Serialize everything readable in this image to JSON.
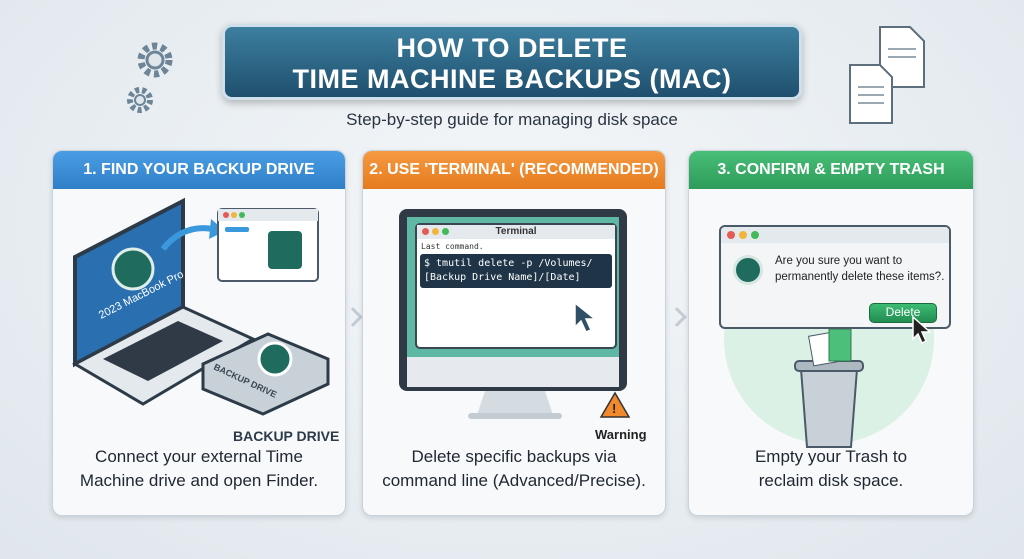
{
  "header": {
    "title_line1": "HOW TO DELETE",
    "title_line2": "TIME MACHINE BACKUPS (MAC)",
    "subtitle": "Step-by-step guide for managing disk space"
  },
  "steps": [
    {
      "title": "1. FIND YOUR BACKUP DRIVE",
      "color": "#3a8fd8",
      "laptop_label": "2023 MacBook Pro",
      "drive_label": "BACKUP DRIVE",
      "callout": "BACKUP DRIVE",
      "desc_line1": "Connect your external Time",
      "desc_line2": "Machine drive and open Finder."
    },
    {
      "title": "2. USE 'TERMINAL' (RECOMMENDED)",
      "color": "#ef8a2d",
      "window_title": "Terminal",
      "last_command": "Last command.",
      "command_line1": "$ tmutil delete -p /Volumes/",
      "command_line2": "[Backup Drive Name]/[Date]",
      "warning": "Warning",
      "desc_line1": "Delete specific backups via",
      "desc_line2": "command line (Advanced/Precise)."
    },
    {
      "title": "3. CONFIRM & EMPTY TRASH",
      "color": "#3bb06a",
      "dialog_line1": "Are you sure you want to",
      "dialog_line2": "permanently delete these items?.",
      "delete_button": "Delete",
      "desc_line1": "Empty your Trash to",
      "desc_line2": "reclaim disk space."
    }
  ]
}
